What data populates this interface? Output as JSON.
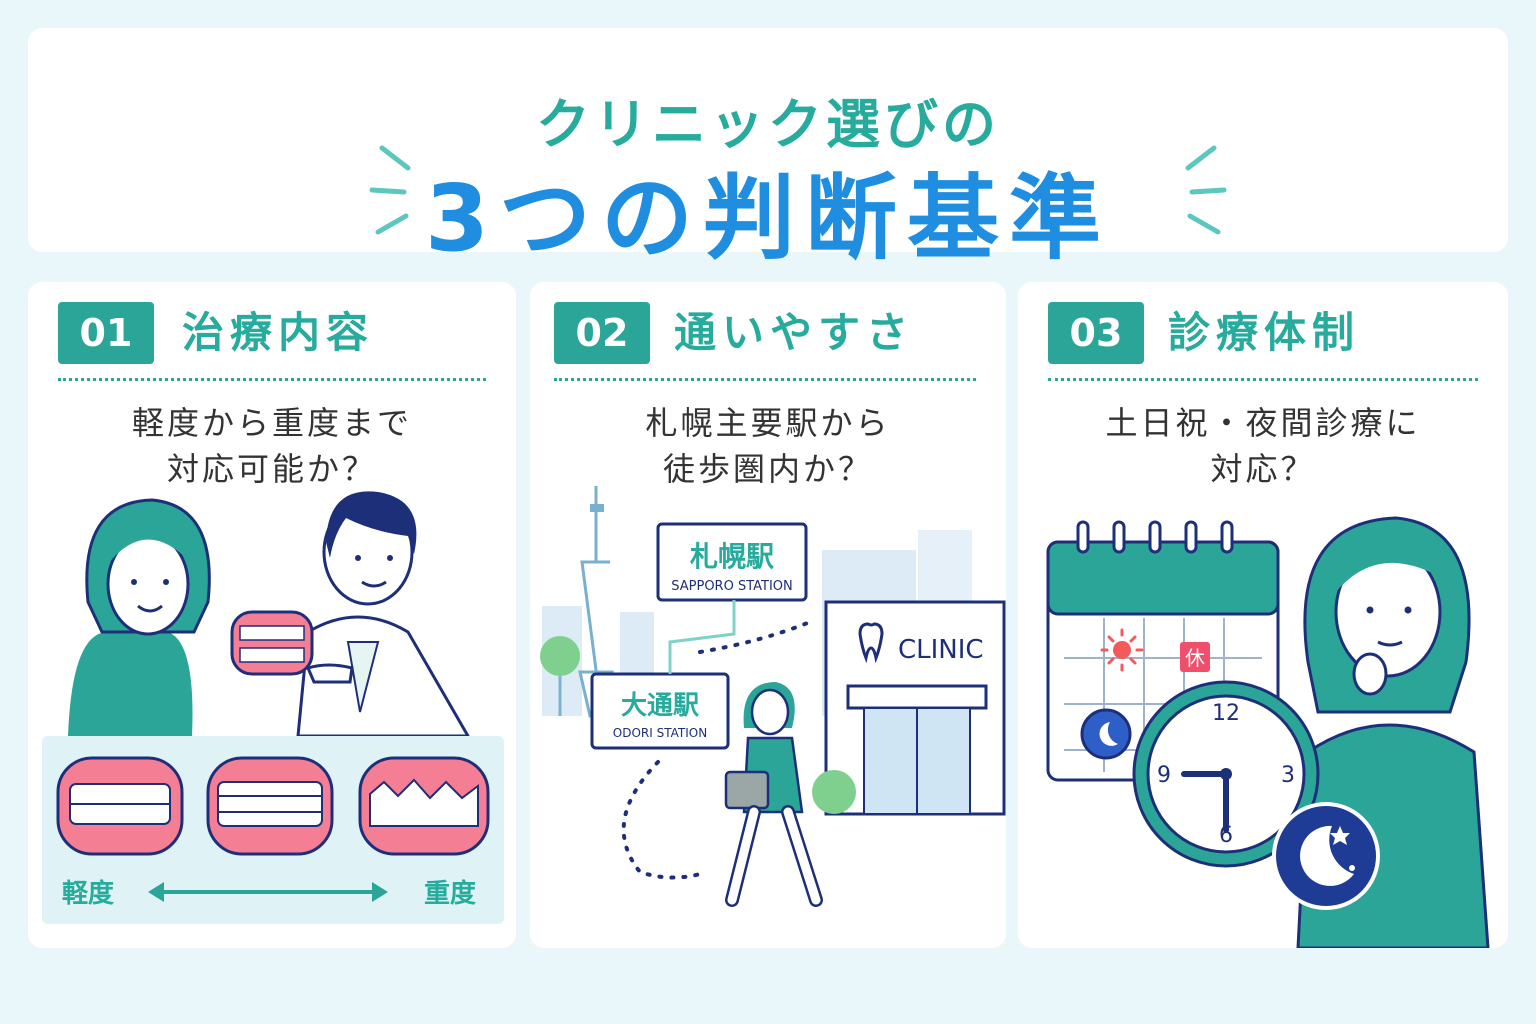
{
  "header": {
    "subtitle": "クリニック選びの",
    "title": "3つの判断基準"
  },
  "cards": [
    {
      "number": "01",
      "title": "治療内容",
      "question_line1": "軽度から重度まで",
      "question_line2": "対応可能か？",
      "scale_left": "軽度",
      "scale_right": "重度"
    },
    {
      "number": "02",
      "title": "通いやすさ",
      "question_line1": "札幌主要駅から",
      "question_line2": "徒歩圏内か？",
      "station1_name": "札幌駅",
      "station1_en": "SAPPORO STATION",
      "station2_name": "大通駅",
      "station2_en": "ODORI STATION",
      "clinic_label": "CLINIC"
    },
    {
      "number": "03",
      "title": "診療体制",
      "question_line1": "土日祝・夜間診療に",
      "question_line2": "対応？",
      "holiday_label": "休",
      "clock_12": "12",
      "clock_3": "3",
      "clock_6": "6",
      "clock_9": "9"
    }
  ],
  "colors": {
    "teal": "#2aa597",
    "blue": "#1f8ee0",
    "navy": "#1e2f7a",
    "gum_pink": "#f47f95",
    "background": "#e9f7fa"
  },
  "icons": [
    "tooth-icon",
    "sun-icon",
    "moon-icon",
    "clock-icon",
    "calendar-icon"
  ]
}
